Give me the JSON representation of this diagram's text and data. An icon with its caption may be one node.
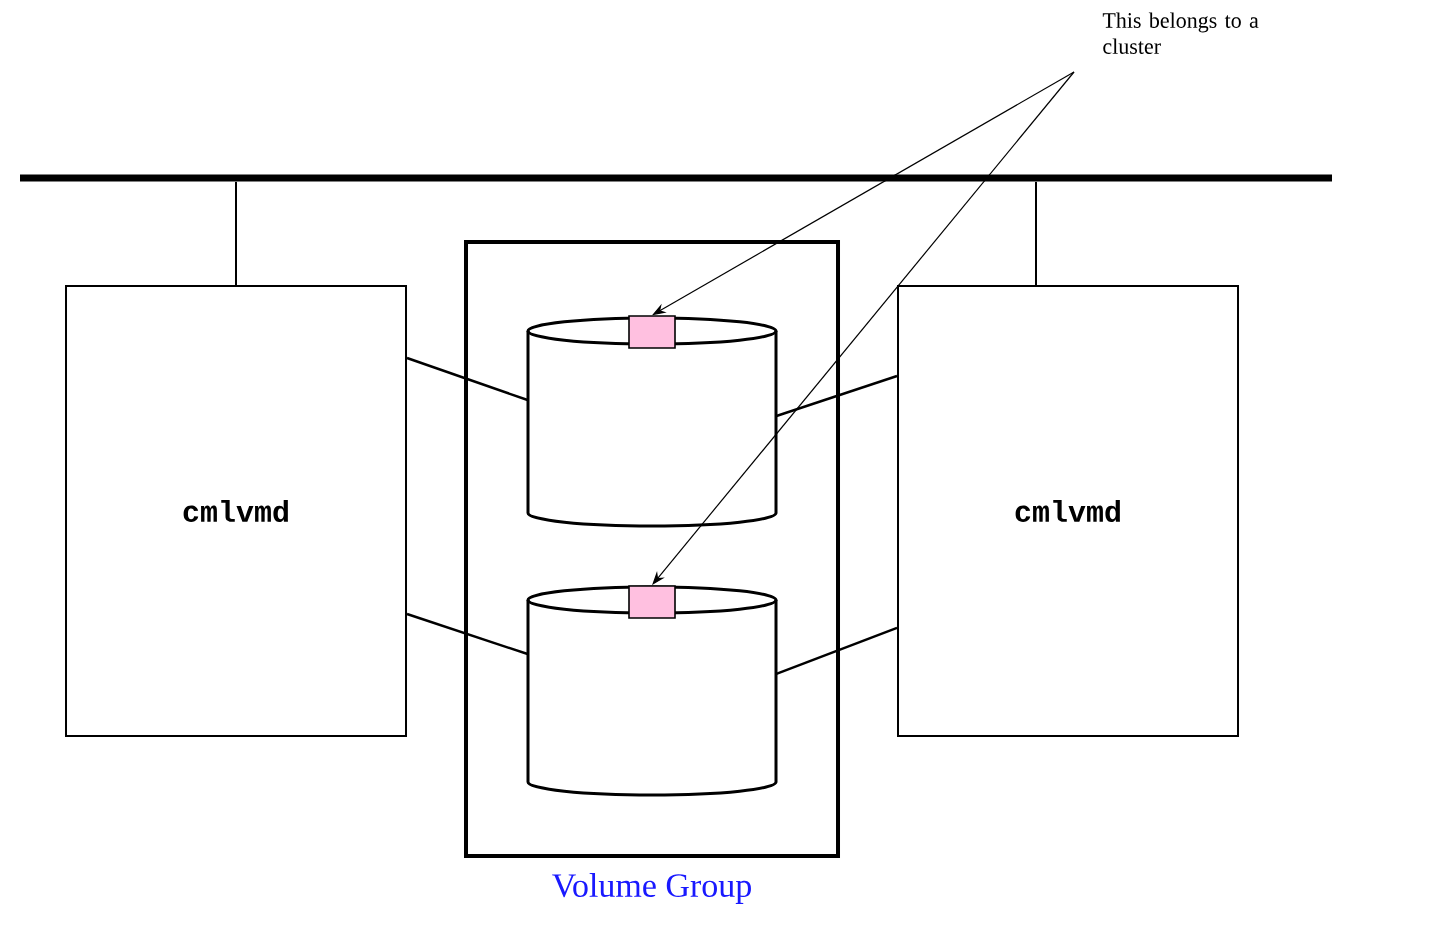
{
  "diagram": {
    "nodes": [
      {
        "text": [
          "cmlvmd"
        ]
      },
      {
        "text": [
          "Volume Group"
        ]
      },
      {
        "text": [],
        "shape": "cylinder",
        "in": 1
      },
      {
        "text": [],
        "shape": "cylinder",
        "in": 1
      },
      {
        "text": [],
        "shape": "box",
        "in": 2
      },
      {
        "text": [],
        "shape": "box",
        "in": 3
      },
      {
        "text": [
          "cmlvmd"
        ]
      },
      {
        "text": [],
        "shape": "bar"
      },
      {
        "text": [
          "This belongs to a cluster"
        ]
      }
    ],
    "edges": [
      {
        "from": 7,
        "to": 0,
        "arrow": "none"
      },
      {
        "from": 7,
        "to": 6,
        "arrow": "none"
      },
      {
        "from": 0,
        "to": 2,
        "arrow": "none"
      },
      {
        "from": 0,
        "to": 3,
        "arrow": "none"
      },
      {
        "from": 6,
        "to": 2,
        "arrow": "none"
      },
      {
        "from": 6,
        "to": 3,
        "arrow": "none"
      },
      {
        "from": 8,
        "to": 4,
        "arrow": "to"
      },
      {
        "from": 8,
        "to": 5,
        "arrow": "to"
      }
    ]
  }
}
